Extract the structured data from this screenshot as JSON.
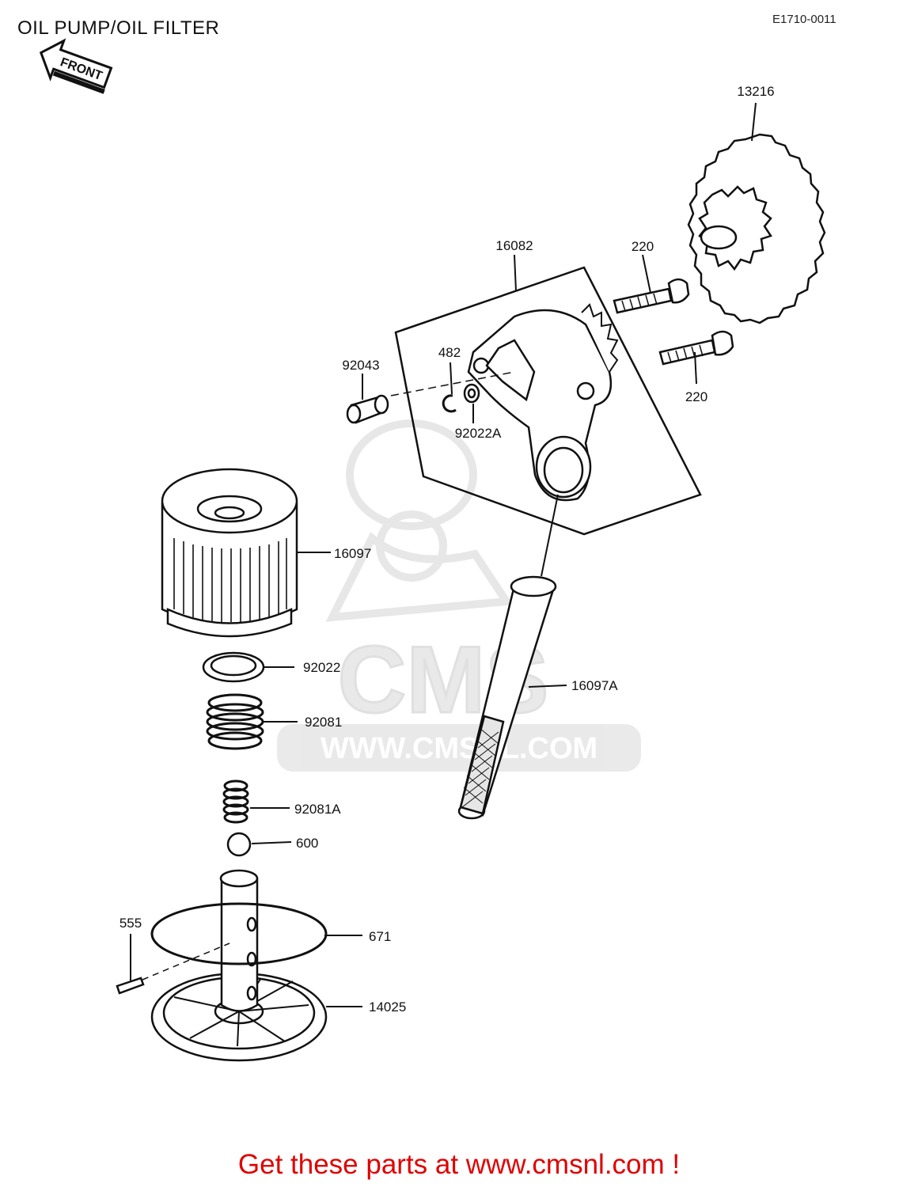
{
  "header": {
    "title": "OIL PUMP/OIL FILTER",
    "diagram_code": "E1710-0011"
  },
  "front_arrow": {
    "label": "FRONT"
  },
  "watermark": {
    "brand": "CMS",
    "url": "WWW.CMSNL.COM"
  },
  "parts": [
    {
      "id": "13216"
    },
    {
      "id": "16082"
    },
    {
      "id": "220"
    },
    {
      "id": "220"
    },
    {
      "id": "92043"
    },
    {
      "id": "482"
    },
    {
      "id": "92022A"
    },
    {
      "id": "16097"
    },
    {
      "id": "92022"
    },
    {
      "id": "92081"
    },
    {
      "id": "16097A"
    },
    {
      "id": "92081A"
    },
    {
      "id": "600"
    },
    {
      "id": "555"
    },
    {
      "id": "671"
    },
    {
      "id": "14025"
    }
  ],
  "footer": {
    "cta_text": "Get these parts at www.cmsnl.com !",
    "cta_color": "#e00000"
  }
}
